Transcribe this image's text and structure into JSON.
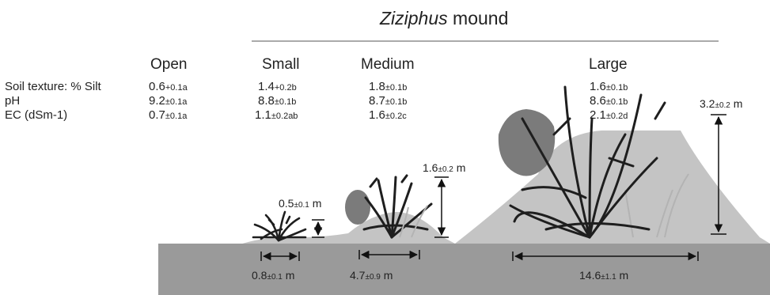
{
  "title": {
    "genus": "Ziziphus",
    "rest": " mound"
  },
  "columns": [
    "Open",
    "Small",
    "Medium",
    "Large"
  ],
  "rows": [
    {
      "label": "Soil texture: % Silt",
      "values": [
        {
          "v": "0.6",
          "e": "+0.1a"
        },
        {
          "v": "1.4",
          "e": "+0.2b"
        },
        {
          "v": "1.8",
          "e": "±0.1b"
        },
        {
          "v": "1.6",
          "e": "±0.1b"
        }
      ]
    },
    {
      "label": "pH",
      "values": [
        {
          "v": "9.2",
          "e": "±0.1a"
        },
        {
          "v": "8.8",
          "e": "±0.1b"
        },
        {
          "v": "8.7",
          "e": "±0.1b"
        },
        {
          "v": "8.6",
          "e": "±0.1b"
        }
      ]
    },
    {
      "label": "EC (dSm-1)",
      "values": [
        {
          "v": "0.7",
          "e": "±0.1a"
        },
        {
          "v": "1.1",
          "e": "±0.2ab"
        },
        {
          "v": "1.6",
          "e": "±0.2c"
        },
        {
          "v": "2.1",
          "e": "±0.2d"
        }
      ]
    }
  ],
  "heights": {
    "small": {
      "v": "0.5",
      "e": "±0.1",
      "u": " m"
    },
    "medium": {
      "v": "1.6",
      "e": "±0.2",
      "u": " m"
    },
    "large": {
      "v": "3.2",
      "e": "±0.2",
      "u": " m"
    }
  },
  "widths": {
    "small": {
      "v": "0.8",
      "e": "±0.1",
      "u": " m"
    },
    "medium": {
      "v": "4.7",
      "e": "±0.9",
      "u": " m"
    },
    "large": {
      "v": "14.6",
      "e": "±1.1",
      "u": " m"
    }
  },
  "colors": {
    "ground": "#9a9a9a",
    "mound": "#c4c4c4",
    "shrub": "#1e1e1e",
    "foliage_grey": "#7b7b7b",
    "dead_branches": "#b3b3b3"
  }
}
